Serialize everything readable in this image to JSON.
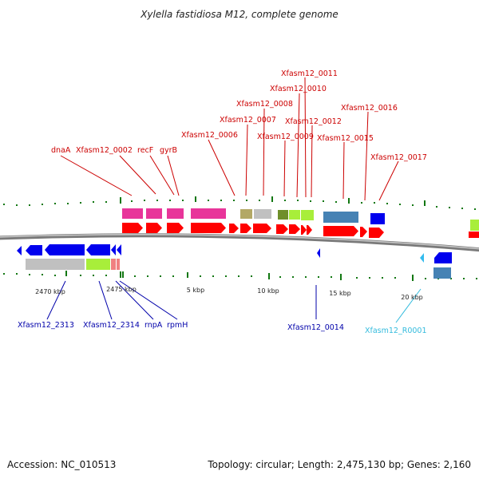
{
  "title": "Xylella fastidiosa M12, complete genome",
  "footer": {
    "accession": "Accession: NC_010513",
    "summary": "Topology: circular; Length: 2,475,130 bp; Genes: 2,160"
  },
  "colors": {
    "label_top": "#cc0000",
    "label_bottom": "#0000aa",
    "label_rna": "#33bbdd",
    "backbone": "#8a8a8a",
    "tick": "#117711",
    "cds_forward": "#ff0000",
    "cds_reverse": "#0000ee",
    "rna": "#33bbee"
  },
  "tick_labels": [
    "2470 kbp",
    "2475 kbp",
    "5 kbp",
    "10 kbp",
    "15 kbp",
    "20 kbp"
  ],
  "gene_labels_top": [
    "dnaA",
    "Xfasm12_0002",
    "recF",
    "gyrB",
    "Xfasm12_0006",
    "Xfasm12_0007",
    "Xfasm12_0008",
    "Xfasm12_0009",
    "Xfasm12_0010",
    "Xfasm12_0011",
    "Xfasm12_0012",
    "Xfasm12_0015",
    "Xfasm12_0016",
    "Xfasm12_0017"
  ],
  "gene_labels_bottom": [
    "Xfasm12_2313",
    "Xfasm12_2314",
    "rnpA",
    "rpmH",
    "Xfasm12_0014"
  ],
  "rna_labels": [
    "Xfasm12_R0001"
  ]
}
